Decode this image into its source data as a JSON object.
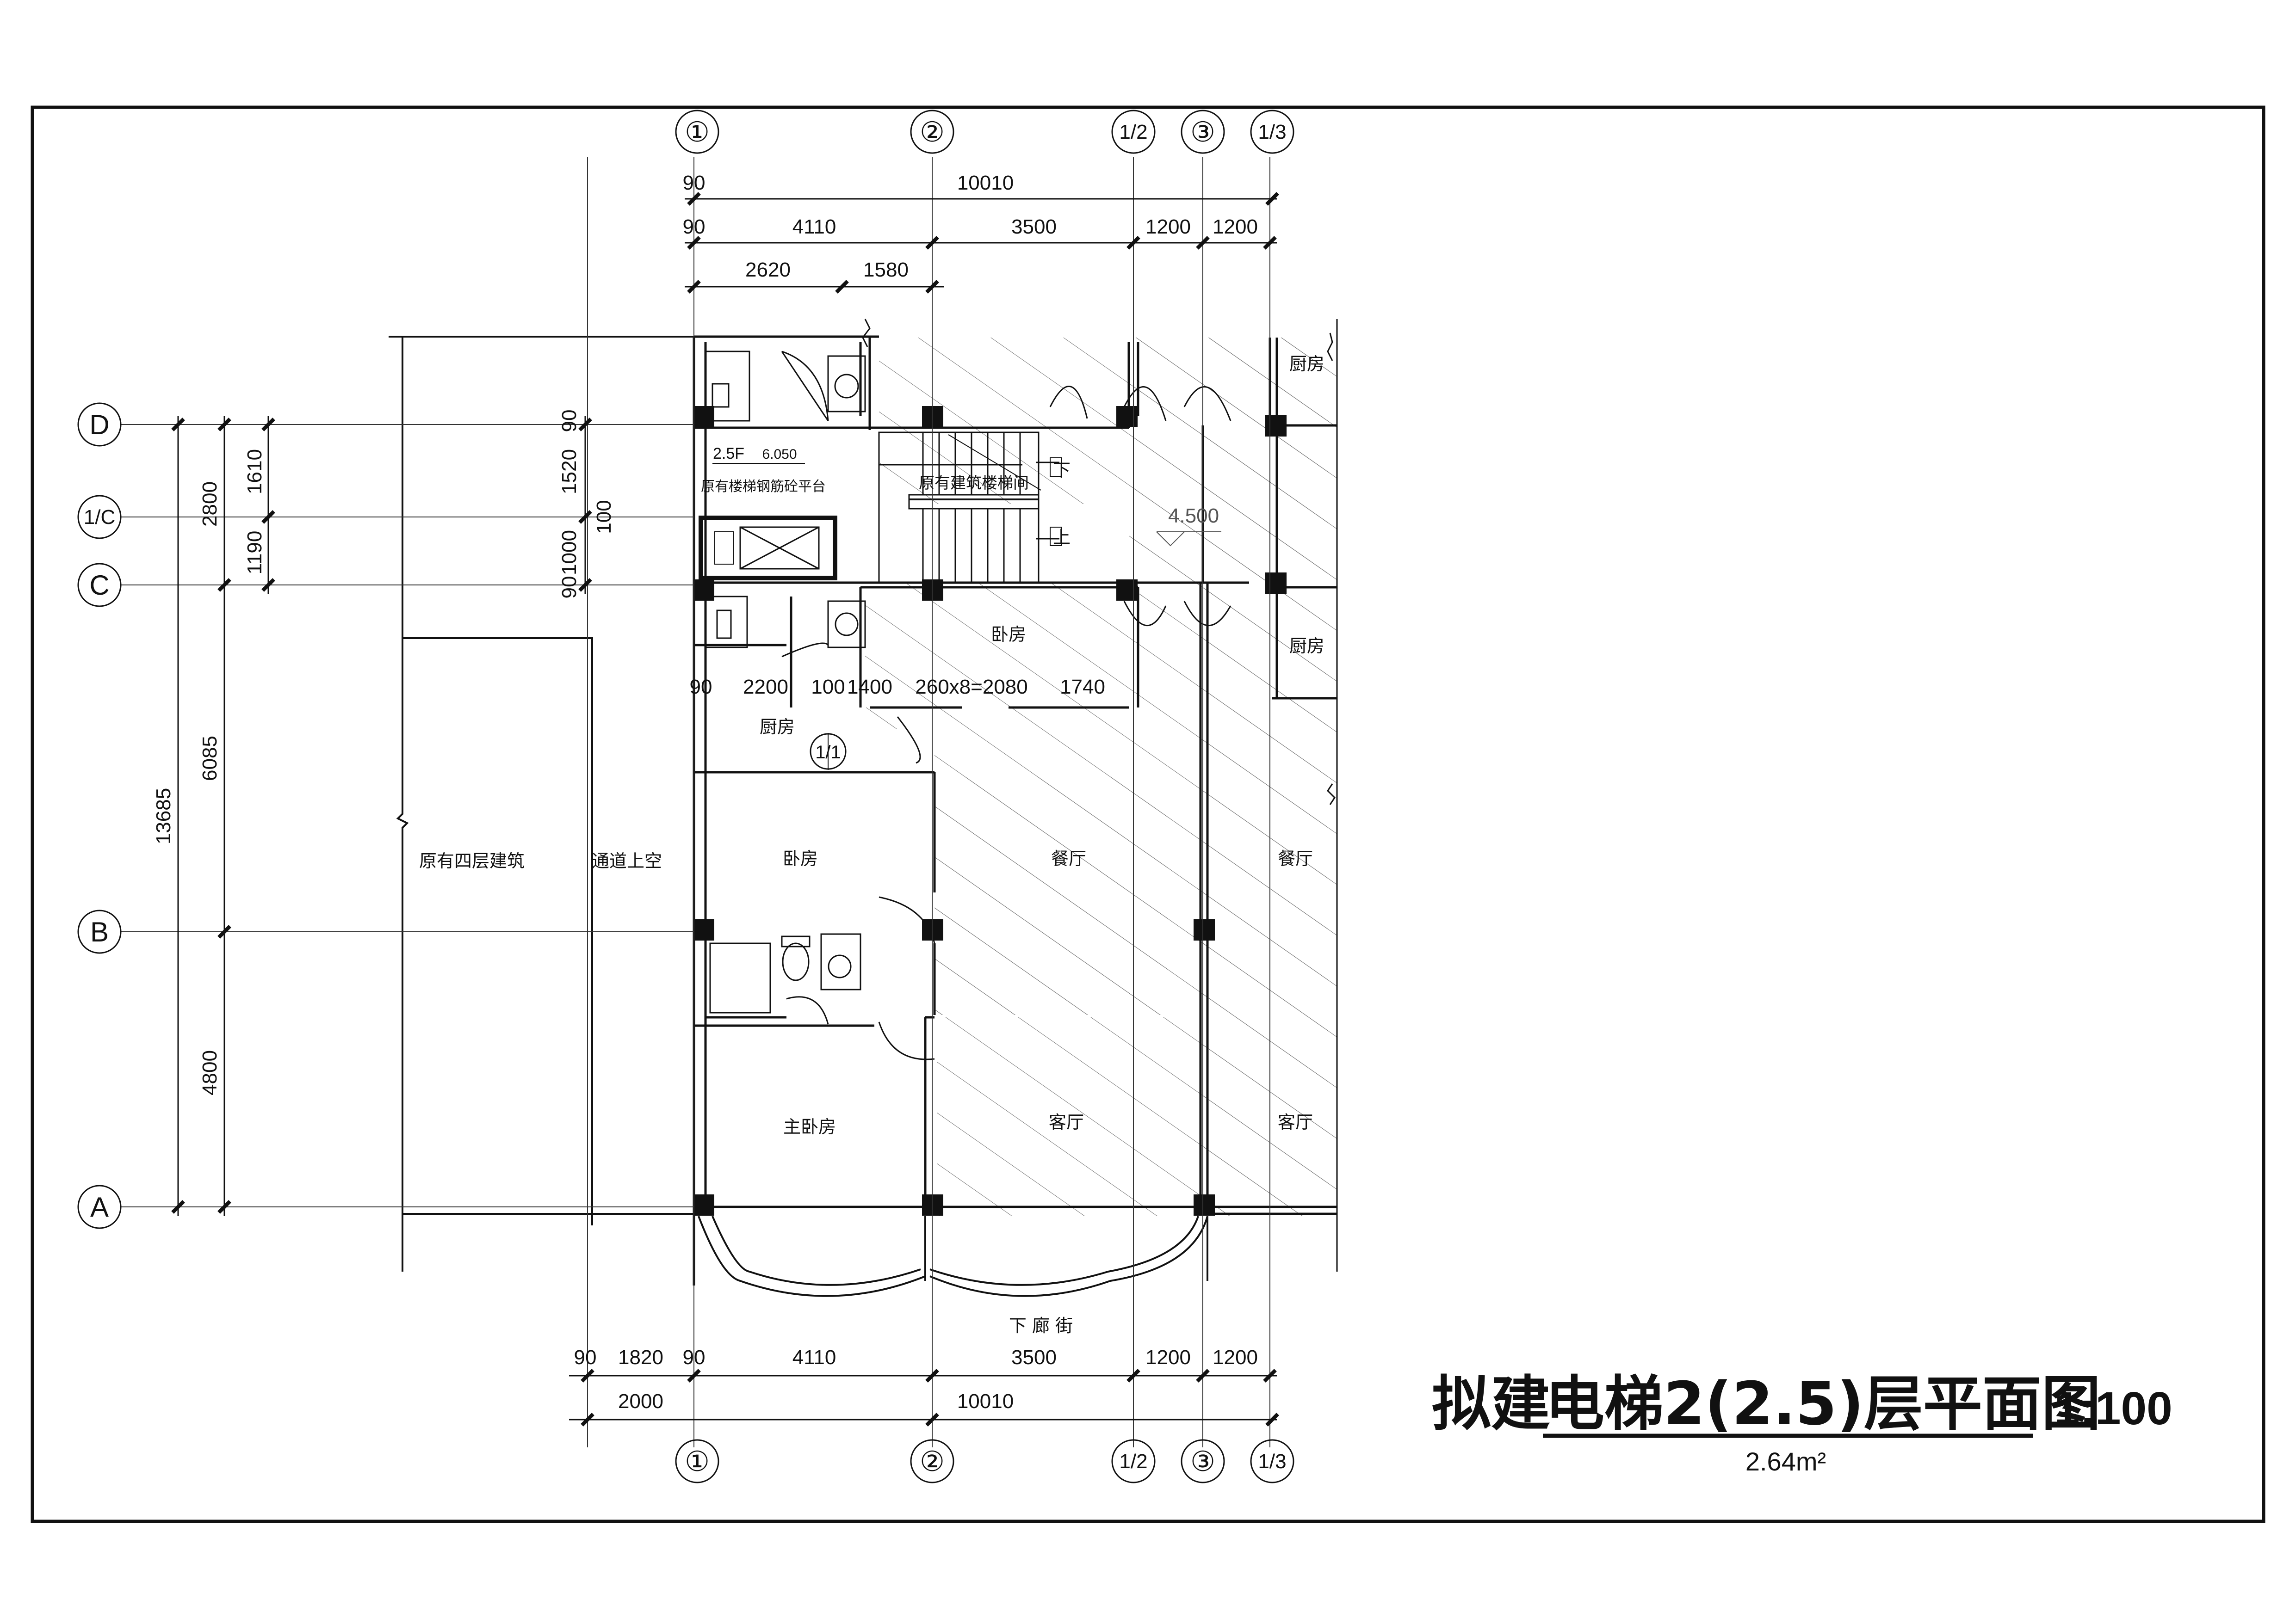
{
  "title": {
    "prefix": "拟建",
    "main": "电梯2(2.5)层平面图",
    "scale": "1:100",
    "area": "2.64m²"
  },
  "grid_axes": {
    "top": [
      "①",
      "②",
      "1/2",
      "③",
      "1/3"
    ],
    "bottom": [
      "①",
      "②",
      "1/2",
      "③",
      "1/3"
    ],
    "left": [
      "D",
      "1/C",
      "C",
      "B",
      "A"
    ]
  },
  "dimensions": {
    "top_overall": [
      "90",
      "10010"
    ],
    "top_segments": [
      "90",
      "4110",
      "3500",
      "1200",
      "1200"
    ],
    "top_sub": [
      "2620",
      "1580"
    ],
    "bottom_segments": [
      "90",
      "1820",
      "90",
      "4110",
      "3500",
      "1200",
      "1200"
    ],
    "bottom_overall": [
      "2000",
      "10010"
    ],
    "left_total": "13685",
    "left_mid": [
      "2800",
      "6085",
      "4800"
    ],
    "left_inner": [
      "1610",
      "1190"
    ],
    "core_vertical": [
      "90",
      "1520",
      "100",
      "1000",
      "90"
    ],
    "stair_row": [
      "90",
      "2200",
      "100",
      "1400",
      "260x8=2080",
      "1740"
    ]
  },
  "rooms": {
    "kitchen": "厨房",
    "bedroom": "卧房",
    "master_bedroom": "主卧房",
    "dining": "餐厅",
    "living": "客厅",
    "existing_building": "原有四层建筑",
    "passage": "通道上空",
    "arcade": "下 廊 街",
    "stair_platform": "原有楼梯钢筋砼平台",
    "stair_room": "原有建筑楼梯间",
    "floor_tag": "2.5F",
    "level_top": "6.050",
    "level_mid": "4.500",
    "down": "下",
    "up": "上",
    "section_mark": "1/1"
  }
}
